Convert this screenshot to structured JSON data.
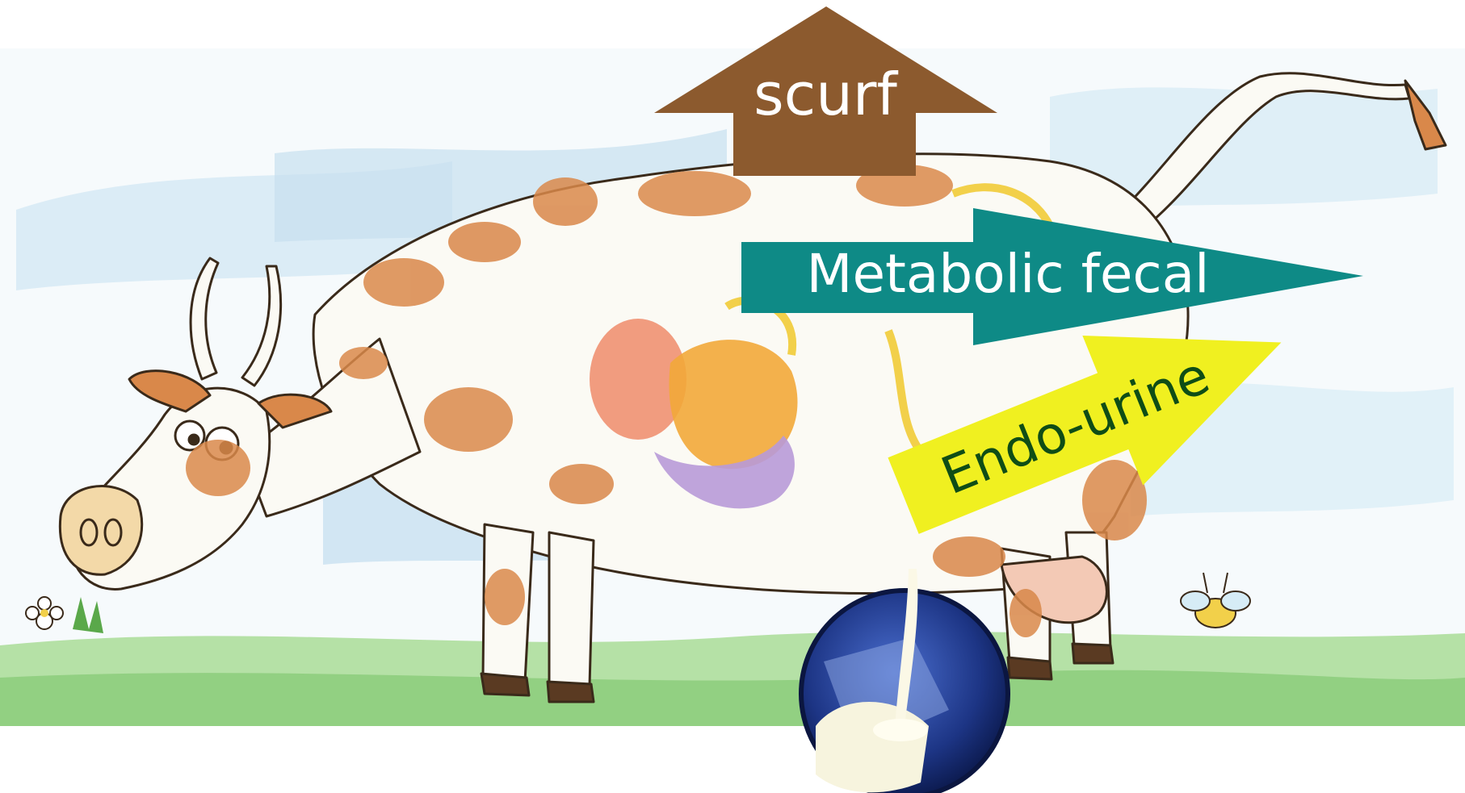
{
  "labels": {
    "scurf": "scurf",
    "metabolic_fecal": "Metabolic fecal",
    "endo_urine": "Endo-urine"
  },
  "colors": {
    "scurf_arrow": "#8c5a2e",
    "metabolic_arrow": "#0e8a86",
    "endo_arrow": "#f0f020",
    "endo_text": "#0f4d16",
    "label_white": "#ffffff",
    "cow_spot": "#d9884a",
    "sky": "#cfe6f3",
    "grass": "#8fcf7a",
    "milk_disc": "#1f3a8f"
  },
  "icons": [
    "cow-illustration",
    "milk-glass-icon",
    "flower-icon",
    "bee-icon"
  ]
}
